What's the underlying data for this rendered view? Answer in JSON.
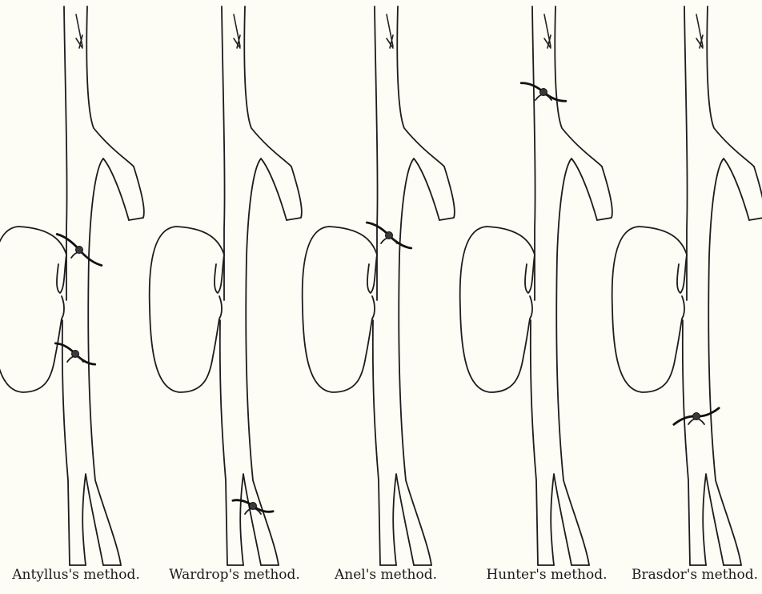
{
  "panels": [
    {
      "id": "antyllus",
      "caption": "Antyllus's method."
    },
    {
      "id": "wardrop",
      "caption": "Wardrop's method."
    },
    {
      "id": "anel",
      "caption": "Anel's method."
    },
    {
      "id": "hunter",
      "caption": "Hunter's method."
    },
    {
      "id": "brasdor",
      "caption": "Brasdor's method."
    }
  ]
}
